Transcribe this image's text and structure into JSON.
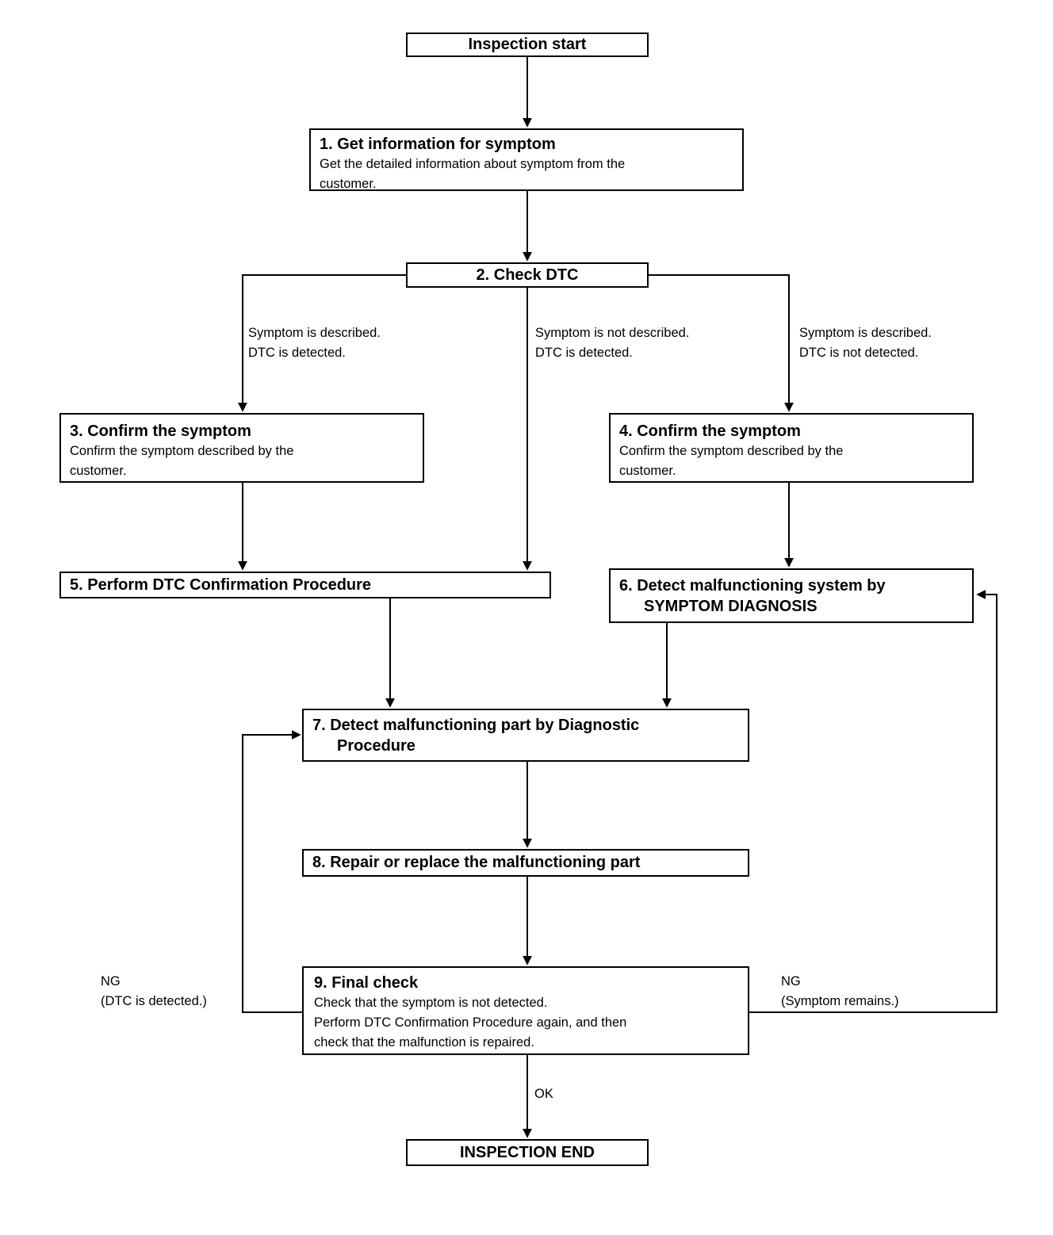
{
  "diagram": {
    "nodes": {
      "start": {
        "label": "Inspection start"
      },
      "step1": {
        "title": "1. Get information for symptom",
        "body": [
          "Get the detailed information about symptom from the",
          "customer."
        ]
      },
      "step2": {
        "title": "2. Check DTC"
      },
      "step3": {
        "title": "3. Confirm the symptom",
        "body": [
          "Confirm the symptom described by the",
          "customer."
        ]
      },
      "step4": {
        "title": "4. Confirm the symptom",
        "body": [
          "Confirm the symptom described by the",
          "customer."
        ]
      },
      "step5": {
        "title": "5. Perform DTC Confirmation Procedure"
      },
      "step6": {
        "title": [
          "6. Detect malfunctioning system by",
          "SYMPTOM DIAGNOSIS"
        ]
      },
      "step7": {
        "title": [
          "7. Detect malfunctioning part by Diagnostic",
          "Procedure"
        ]
      },
      "step8": {
        "title": "8. Repair or replace the malfunctioning part"
      },
      "step9": {
        "title": "9. Final check",
        "body": [
          "Check that the symptom is not detected.",
          "Perform DTC Confirmation Procedure again, and then",
          "check that the malfunction is repaired."
        ]
      },
      "end": {
        "label": "INSPECTION END"
      }
    },
    "branch_labels": {
      "left": [
        "Symptom is described.",
        "DTC is detected."
      ],
      "middle": [
        "Symptom is not described.",
        "DTC is detected."
      ],
      "right": [
        "Symptom is described.",
        "DTC is not detected."
      ]
    },
    "edge_labels": {
      "ng_left": [
        "NG",
        "(DTC is detected.)"
      ],
      "ng_right": [
        "NG",
        "(Symptom remains.)"
      ],
      "ok": "OK"
    },
    "edges": [
      {
        "from": "start",
        "to": "step1",
        "label": ""
      },
      {
        "from": "step1",
        "to": "step2",
        "label": ""
      },
      {
        "from": "step2",
        "to": "step3",
        "label": "Symptom is described. DTC is detected."
      },
      {
        "from": "step2",
        "to": "step5",
        "label": "Symptom is not described. DTC is detected."
      },
      {
        "from": "step2",
        "to": "step4",
        "label": "Symptom is described. DTC is not detected."
      },
      {
        "from": "step3",
        "to": "step5",
        "label": ""
      },
      {
        "from": "step4",
        "to": "step6",
        "label": ""
      },
      {
        "from": "step5",
        "to": "step7",
        "label": ""
      },
      {
        "from": "step6",
        "to": "step7",
        "label": ""
      },
      {
        "from": "step7",
        "to": "step8",
        "label": ""
      },
      {
        "from": "step8",
        "to": "step9",
        "label": ""
      },
      {
        "from": "step9",
        "to": "end",
        "label": "OK"
      },
      {
        "from": "step9",
        "to": "step7",
        "label": "NG (DTC is detected.)"
      },
      {
        "from": "step9",
        "to": "step6",
        "label": "NG (Symptom remains.)"
      }
    ],
    "colors": {
      "line": "#000000",
      "background": "#ffffff",
      "box_fill": "#ffffff",
      "text": "#000000"
    }
  }
}
